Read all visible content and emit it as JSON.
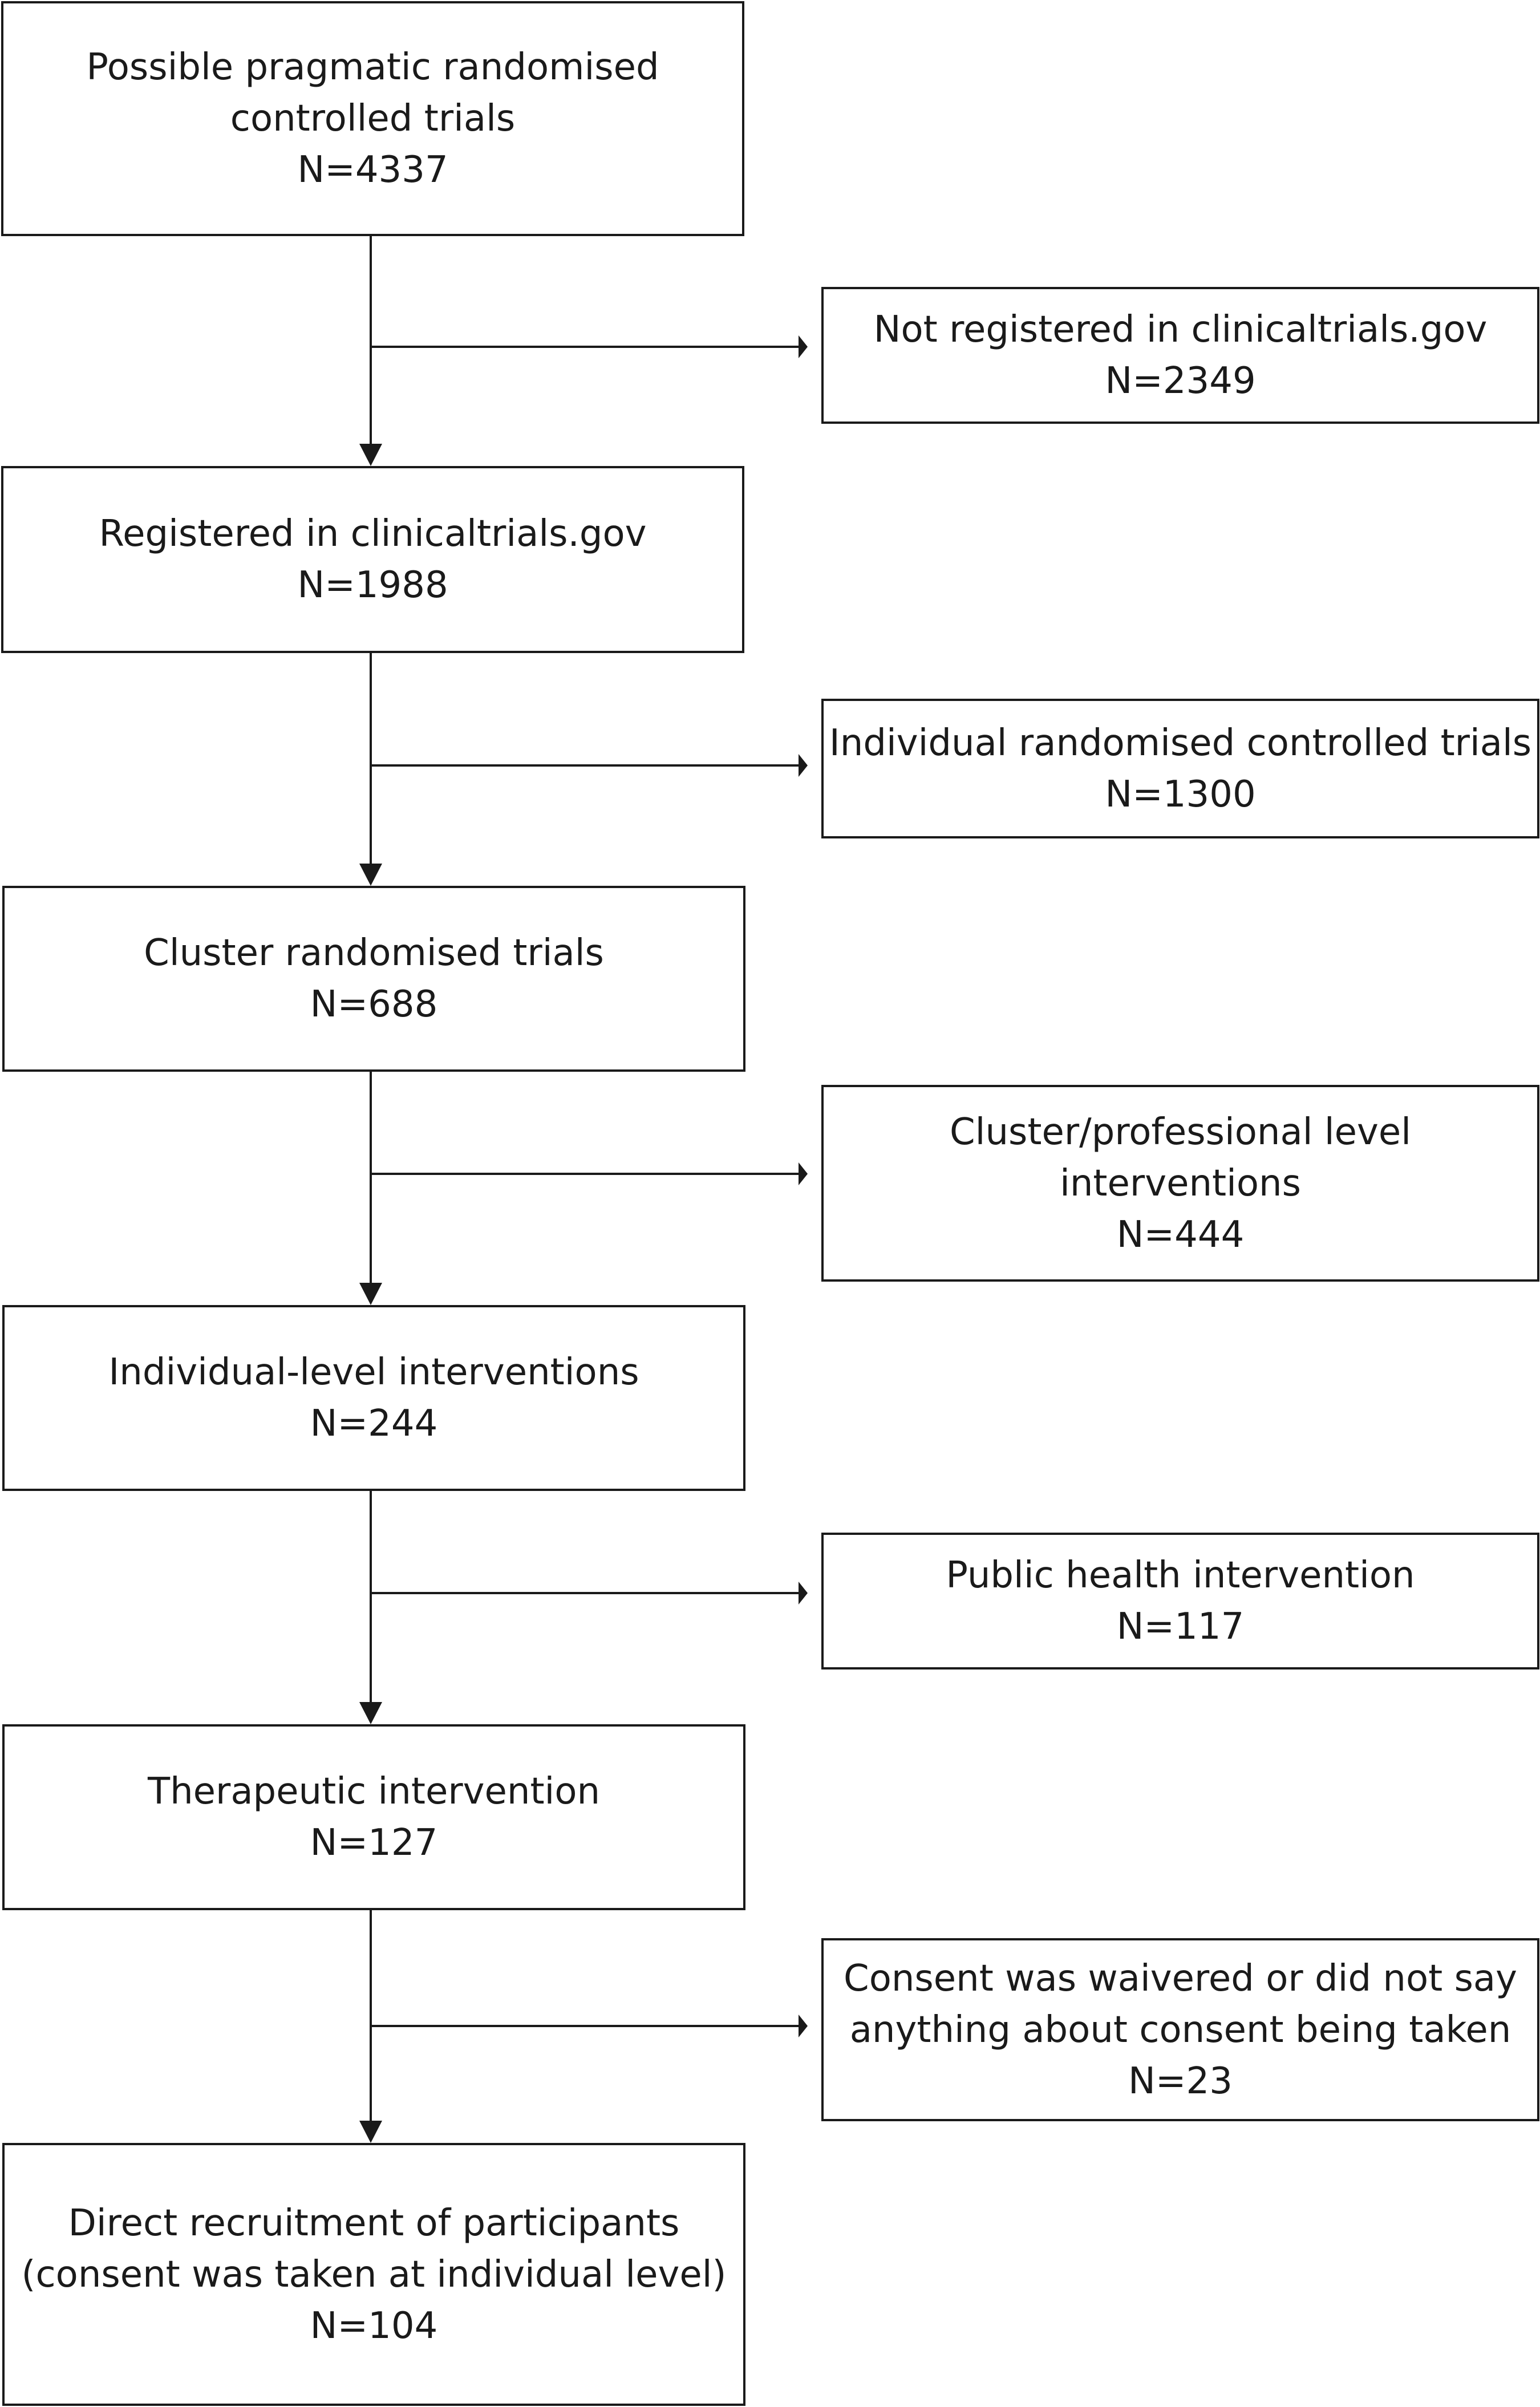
{
  "main_boxes": [
    {
      "lines": [
        "Possible pragmatic randomised",
        "controlled trials",
        "N=4337"
      ]
    },
    {
      "lines": [
        "Registered in clinicaltrials.gov",
        "N=1988"
      ]
    },
    {
      "lines": [
        "Cluster randomised trials",
        "N=688"
      ]
    },
    {
      "lines": [
        "Individual-level interventions",
        "N=244"
      ]
    },
    {
      "lines": [
        "Therapeutic intervention",
        "N=127"
      ]
    },
    {
      "lines": [
        "Direct recruitment of participants",
        "(consent was taken at individual level)",
        "N=104"
      ]
    }
  ],
  "side_boxes": [
    {
      "lines": [
        "Not registered in clinicaltrials.gov",
        "N=2349"
      ]
    },
    {
      "lines": [
        "Individual randomised controlled trials",
        "N=1300"
      ]
    },
    {
      "lines": [
        "Cluster/professional level",
        "interventions",
        "N=444"
      ]
    },
    {
      "lines": [
        "Public health intervention",
        "N=117"
      ]
    },
    {
      "lines": [
        "Consent was waivered or did not say",
        "anything about consent being taken",
        "N=23"
      ]
    }
  ]
}
